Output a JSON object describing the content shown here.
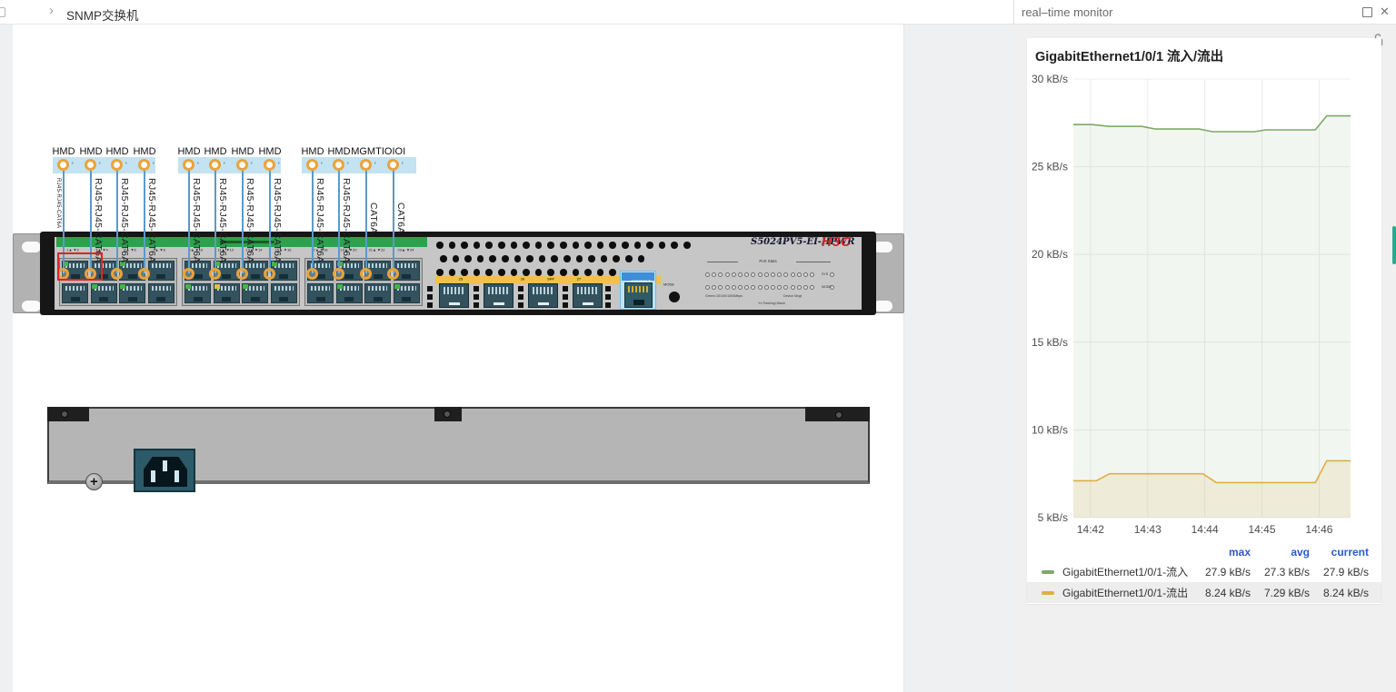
{
  "topbar": {
    "breadcrumb_chevron": "›",
    "title": "SNMP交换机"
  },
  "monitor": {
    "title": "real–time monitor",
    "close_icon": "✕"
  },
  "chart_data": {
    "type": "area",
    "title": "GigabitEthernet1/0/1 流入/流出",
    "y_unit": "kB/s",
    "ylim": [
      5,
      30
    ],
    "y_ticks": [
      {
        "v": 30,
        "label": "30 kB/s"
      },
      {
        "v": 25,
        "label": "25 kB/s"
      },
      {
        "v": 20,
        "label": "20 kB/s"
      },
      {
        "v": 15,
        "label": "15 kB/s"
      },
      {
        "v": 10,
        "label": "10 kB/s"
      },
      {
        "v": 5,
        "label": "5 kB/s"
      }
    ],
    "x_window_seconds": 291,
    "x_ticks": [
      {
        "t": 18,
        "label": "14:42"
      },
      {
        "t": 78,
        "label": "14:43"
      },
      {
        "t": 138,
        "label": "14:44"
      },
      {
        "t": 198,
        "label": "14:45"
      },
      {
        "t": 258,
        "label": "14:46"
      }
    ],
    "grid": true,
    "legend_position": "bottom-table",
    "legend_headers": [
      "max",
      "avg",
      "current"
    ],
    "series": [
      {
        "name": "GigabitEthernet1/0/1-流入",
        "color": "#7da968",
        "fill": "rgba(125,169,104,0.10)",
        "max": "27.9 kB/s",
        "avg": "27.3 kB/s",
        "current": "27.9 kB/s",
        "points": [
          [
            0,
            27.4
          ],
          [
            20,
            27.4
          ],
          [
            38,
            27.3
          ],
          [
            72,
            27.3
          ],
          [
            86,
            27.15
          ],
          [
            132,
            27.15
          ],
          [
            146,
            27.0
          ],
          [
            190,
            27.0
          ],
          [
            202,
            27.1
          ],
          [
            254,
            27.1
          ],
          [
            266,
            27.9
          ],
          [
            291,
            27.9
          ]
        ]
      },
      {
        "name": "GigabitEthernet1/0/1-流出",
        "color": "#ddaf45",
        "fill": "rgba(221,175,69,0.14)",
        "max": "8.24 kB/s",
        "avg": "7.29 kB/s",
        "current": "8.24 kB/s",
        "points": [
          [
            0,
            7.1
          ],
          [
            24,
            7.1
          ],
          [
            38,
            7.5
          ],
          [
            136,
            7.5
          ],
          [
            150,
            7.0
          ],
          [
            254,
            7.0
          ],
          [
            266,
            8.24
          ],
          [
            291,
            8.24
          ]
        ]
      }
    ]
  },
  "diagram": {
    "highlight_bands": [
      {
        "x": 44,
        "w": 113
      },
      {
        "x": 182,
        "w": 113
      },
      {
        "x": 318,
        "w": 126
      }
    ],
    "connections": [
      {
        "device": "HMD",
        "x": 56,
        "cable": "RJ45-RJ45-CAT6A",
        "cable_style": "small"
      },
      {
        "device": "HMD",
        "x": 86,
        "cable": "RJ45-RJ45-CAT6A",
        "cable_style": "normal"
      },
      {
        "device": "HMD",
        "x": 115,
        "cable": "RJ45-RJ45-CAT6A",
        "cable_style": "normal"
      },
      {
        "device": "HMD",
        "x": 145,
        "cable": "RJ45-RJ45-CAT6A",
        "cable_style": "normal"
      },
      {
        "device": "HMD",
        "x": 194,
        "cable": "RJ45-RJ45-CAT6A",
        "cable_style": "normal"
      },
      {
        "device": "HMD",
        "x": 223,
        "cable": "RJ45-RJ45-CAT6A",
        "cable_style": "normal"
      },
      {
        "device": "HMD",
        "x": 253,
        "cable": "RJ45-RJ45-CAT6A",
        "cable_style": "normal"
      },
      {
        "device": "HMD",
        "x": 283,
        "cable": "RJ45-RJ45-CAT6A",
        "cable_style": "normal"
      },
      {
        "device": "HMD",
        "x": 330,
        "cable": "RJ45-RJ45-CAT6A",
        "cable_style": "normal"
      },
      {
        "device": "HMD",
        "x": 359,
        "cable": "RJ45-RJ45-CAT6A",
        "cable_style": "normal"
      },
      {
        "device": "MGMT",
        "x": 389,
        "cable": "CAT6A",
        "cable_style": "short"
      },
      {
        "device": "IOIOI",
        "x": 419,
        "cable": "CAT6A",
        "cable_style": "short"
      }
    ],
    "switch_front": {
      "model": "S5024PV5-EI-HPWR",
      "brand": "H3C",
      "port_pairs": [
        [
          "1",
          "2"
        ],
        [
          "3",
          "4"
        ],
        [
          "5",
          "6"
        ],
        [
          "7",
          "8"
        ],
        [
          "9",
          "10"
        ],
        [
          "11",
          "12"
        ],
        [
          "13",
          "14"
        ],
        [
          "15",
          "16"
        ],
        [
          "17",
          "18"
        ],
        [
          "19",
          "20"
        ],
        [
          "21",
          "22"
        ],
        [
          "23",
          "24"
        ]
      ],
      "sfp_labels": [
        "25",
        "26",
        "SFP",
        "27",
        "28"
      ],
      "console_label": "CONSOLE",
      "mode_label": "MODE",
      "led_panel": {
        "title": "Port Stats",
        "row1_label": "SYS",
        "row2_label": "MODE",
        "captions": [
          "Green=10/100/1000Mbps",
          "Device Mngt",
          "Yx Flashing=Stack"
        ]
      },
      "port_leds": [
        {
          "g": 0,
          "row": "t",
          "col": 0,
          "c": "g"
        },
        {
          "g": 0,
          "row": "t",
          "col": 2,
          "c": "g"
        },
        {
          "g": 0,
          "row": "b",
          "col": 1,
          "c": "g"
        },
        {
          "g": 0,
          "row": "b",
          "col": 2,
          "c": "g"
        },
        {
          "g": 1,
          "row": "t",
          "col": 1,
          "c": "g"
        },
        {
          "g": 1,
          "row": "t",
          "col": 3,
          "c": "g"
        },
        {
          "g": 1,
          "row": "b",
          "col": 0,
          "c": "g"
        },
        {
          "g": 1,
          "row": "b",
          "col": 1,
          "c": "y"
        },
        {
          "g": 1,
          "row": "b",
          "col": 2,
          "c": "g"
        },
        {
          "g": 2,
          "row": "t",
          "col": 1,
          "c": "g"
        },
        {
          "g": 2,
          "row": "b",
          "col": 1,
          "c": "g"
        },
        {
          "g": 2,
          "row": "b",
          "col": 3,
          "c": "g"
        }
      ]
    }
  }
}
